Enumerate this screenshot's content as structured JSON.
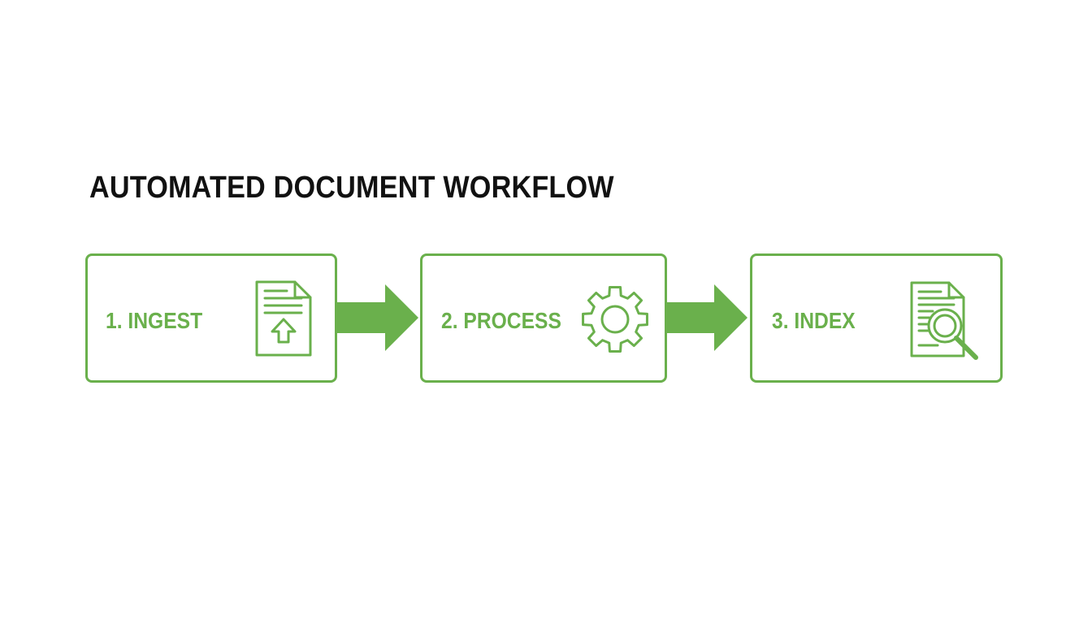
{
  "title": "AUTOMATED DOCUMENT WORKFLOW",
  "colors": {
    "accent": "#6ab04c",
    "title": "#111111",
    "background": "#ffffff"
  },
  "steps": [
    {
      "label": "1. INGEST",
      "icon": "document-upload-icon"
    },
    {
      "label": "2. PROCESS",
      "icon": "gear-icon"
    },
    {
      "label": "3. INDEX",
      "icon": "document-search-icon"
    }
  ],
  "connectors": [
    {
      "from": "1. INGEST",
      "to": "2. PROCESS",
      "icon": "arrow-right-icon"
    },
    {
      "from": "2. PROCESS",
      "to": "3. INDEX",
      "icon": "arrow-right-icon"
    }
  ]
}
